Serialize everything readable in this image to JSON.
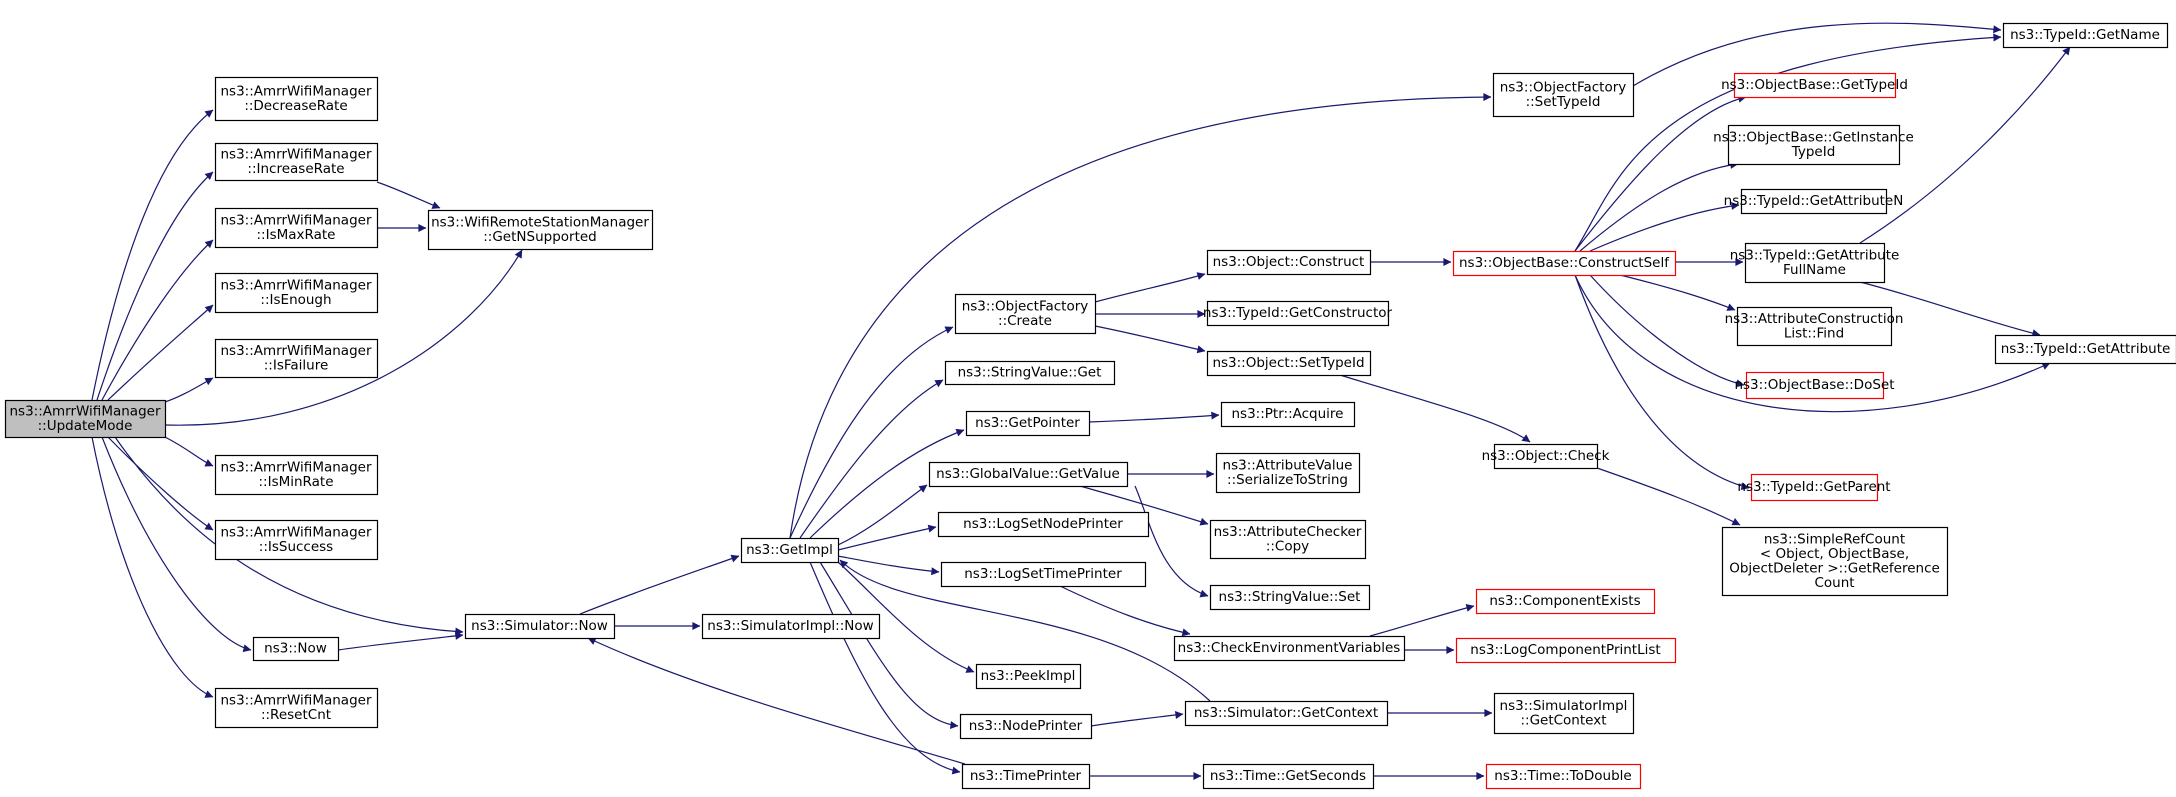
{
  "colors": {
    "edge": "#191970",
    "border_normal": "#000000",
    "border_truncated": "#ff0000",
    "fill_normal": "#ffffff",
    "fill_focus": "#bfbfbf"
  },
  "nodes": [
    {
      "id": "update_mode",
      "lines": [
        "ns3::AmrrWifiManager",
        "::UpdateMode"
      ],
      "style": "focus"
    },
    {
      "id": "decrease_rate",
      "lines": [
        "ns3::AmrrWifiManager",
        "::DecreaseRate"
      ],
      "style": "normal"
    },
    {
      "id": "increase_rate",
      "lines": [
        "ns3::AmrrWifiManager",
        "::IncreaseRate"
      ],
      "style": "normal"
    },
    {
      "id": "is_max_rate",
      "lines": [
        "ns3::AmrrWifiManager",
        "::IsMaxRate"
      ],
      "style": "normal"
    },
    {
      "id": "is_enough",
      "lines": [
        "ns3::AmrrWifiManager",
        "::IsEnough"
      ],
      "style": "normal"
    },
    {
      "id": "is_failure",
      "lines": [
        "ns3::AmrrWifiManager",
        "::IsFailure"
      ],
      "style": "normal"
    },
    {
      "id": "is_min_rate",
      "lines": [
        "ns3::AmrrWifiManager",
        "::IsMinRate"
      ],
      "style": "normal"
    },
    {
      "id": "is_success",
      "lines": [
        "ns3::AmrrWifiManager",
        "::IsSuccess"
      ],
      "style": "normal"
    },
    {
      "id": "now",
      "lines": [
        "ns3::Now"
      ],
      "style": "normal"
    },
    {
      "id": "reset_cnt",
      "lines": [
        "ns3::AmrrWifiManager",
        "::ResetCnt"
      ],
      "style": "normal"
    },
    {
      "id": "get_n_supported",
      "lines": [
        "ns3::WifiRemoteStationManager",
        "::GetNSupported"
      ],
      "style": "normal"
    },
    {
      "id": "simulator_now",
      "lines": [
        "ns3::Simulator::Now"
      ],
      "style": "normal"
    },
    {
      "id": "simulator_impl_now",
      "lines": [
        "ns3::SimulatorImpl::Now"
      ],
      "style": "normal"
    },
    {
      "id": "get_impl",
      "lines": [
        "ns3::GetImpl"
      ],
      "style": "normal"
    },
    {
      "id": "object_factory_create",
      "lines": [
        "ns3::ObjectFactory",
        "::Create"
      ],
      "style": "normal"
    },
    {
      "id": "string_value_get",
      "lines": [
        "ns3::StringValue::Get"
      ],
      "style": "normal"
    },
    {
      "id": "get_pointer",
      "lines": [
        "ns3::GetPointer"
      ],
      "style": "normal"
    },
    {
      "id": "global_value_get_value",
      "lines": [
        "ns3::GlobalValue::GetValue"
      ],
      "style": "normal"
    },
    {
      "id": "log_set_node_printer",
      "lines": [
        "ns3::LogSetNodePrinter"
      ],
      "style": "normal"
    },
    {
      "id": "log_set_time_printer",
      "lines": [
        "ns3::LogSetTimePrinter"
      ],
      "style": "normal"
    },
    {
      "id": "peek_impl",
      "lines": [
        "ns3::PeekImpl"
      ],
      "style": "normal"
    },
    {
      "id": "node_printer",
      "lines": [
        "ns3::NodePrinter"
      ],
      "style": "normal"
    },
    {
      "id": "time_printer",
      "lines": [
        "ns3::TimePrinter"
      ],
      "style": "normal"
    },
    {
      "id": "object_factory_set_type_id",
      "lines": [
        "ns3::ObjectFactory",
        "::SetTypeId"
      ],
      "style": "normal"
    },
    {
      "id": "object_construct",
      "lines": [
        "ns3::Object::Construct"
      ],
      "style": "normal"
    },
    {
      "id": "type_id_get_constructor",
      "lines": [
        "ns3::TypeId::GetConstructor"
      ],
      "style": "normal"
    },
    {
      "id": "object_set_type_id",
      "lines": [
        "ns3::Object::SetTypeId"
      ],
      "style": "normal"
    },
    {
      "id": "ptr_acquire",
      "lines": [
        "ns3::Ptr::Acquire"
      ],
      "style": "normal"
    },
    {
      "id": "attribute_value_serialize",
      "lines": [
        "ns3::AttributeValue",
        "::SerializeToString"
      ],
      "style": "normal"
    },
    {
      "id": "attribute_checker_copy",
      "lines": [
        "ns3::AttributeChecker",
        "::Copy"
      ],
      "style": "normal"
    },
    {
      "id": "string_value_set",
      "lines": [
        "ns3::StringValue::Set"
      ],
      "style": "normal"
    },
    {
      "id": "check_environment_variables",
      "lines": [
        "ns3::CheckEnvironmentVariables"
      ],
      "style": "normal"
    },
    {
      "id": "simulator_get_context",
      "lines": [
        "ns3::Simulator::GetContext"
      ],
      "style": "normal"
    },
    {
      "id": "time_get_seconds",
      "lines": [
        "ns3::Time::GetSeconds"
      ],
      "style": "normal"
    },
    {
      "id": "object_check",
      "lines": [
        "ns3::Object::Check"
      ],
      "style": "normal"
    },
    {
      "id": "simulator_impl_get_context",
      "lines": [
        "ns3::SimulatorImpl",
        "::GetContext"
      ],
      "style": "normal"
    },
    {
      "id": "object_base_construct_self",
      "lines": [
        "ns3::ObjectBase::ConstructSelf"
      ],
      "style": "truncated"
    },
    {
      "id": "component_exists",
      "lines": [
        "ns3::ComponentExists"
      ],
      "style": "truncated"
    },
    {
      "id": "log_component_print_list",
      "lines": [
        "ns3::LogComponentPrintList"
      ],
      "style": "truncated"
    },
    {
      "id": "time_to_double",
      "lines": [
        "ns3::Time::ToDouble"
      ],
      "style": "truncated"
    },
    {
      "id": "object_base_get_type_id",
      "lines": [
        "ns3::ObjectBase::GetTypeId"
      ],
      "style": "truncated"
    },
    {
      "id": "object_base_get_instance_type_id",
      "lines": [
        "ns3::ObjectBase::GetInstance",
        "TypeId"
      ],
      "style": "normal"
    },
    {
      "id": "type_id_get_attribute_n",
      "lines": [
        "ns3::TypeId::GetAttributeN"
      ],
      "style": "normal"
    },
    {
      "id": "type_id_get_attribute_full_name",
      "lines": [
        "ns3::TypeId::GetAttribute",
        "FullName"
      ],
      "style": "normal"
    },
    {
      "id": "attribute_construction_list_find",
      "lines": [
        "ns3::AttributeConstruction",
        "List::Find"
      ],
      "style": "normal"
    },
    {
      "id": "object_base_do_set",
      "lines": [
        "ns3::ObjectBase::DoSet"
      ],
      "style": "truncated"
    },
    {
      "id": "type_id_get_parent",
      "lines": [
        "ns3::TypeId::GetParent"
      ],
      "style": "truncated"
    },
    {
      "id": "simple_ref_count_get_reference_count",
      "lines": [
        "ns3::SimpleRefCount",
        "< Object, ObjectBase,",
        "ObjectDeleter >::GetReference",
        "Count"
      ],
      "style": "normal"
    },
    {
      "id": "type_id_get_name",
      "lines": [
        "ns3::TypeId::GetName"
      ],
      "style": "normal"
    },
    {
      "id": "type_id_get_attribute",
      "lines": [
        "ns3::TypeId::GetAttribute"
      ],
      "style": "normal"
    }
  ]
}
